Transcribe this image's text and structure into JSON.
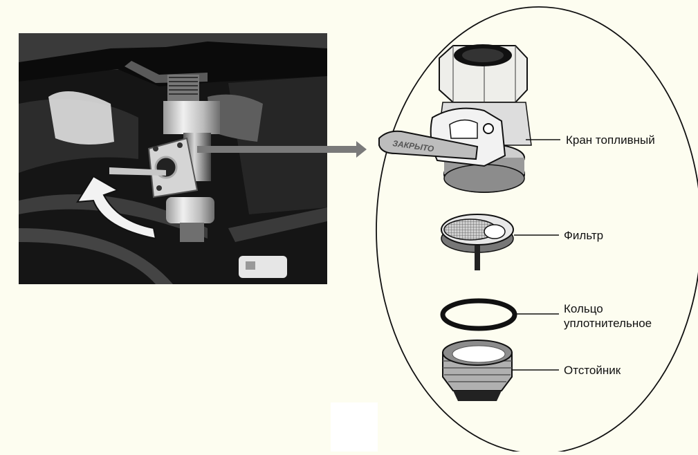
{
  "diagram": {
    "callouts": [
      {
        "id": "valve",
        "lines": [
          "Кран топливный"
        ]
      },
      {
        "id": "filter",
        "lines": [
          "Фильтр"
        ]
      },
      {
        "id": "ring",
        "lines": [
          "Кольцо",
          "уплотнительное"
        ]
      },
      {
        "id": "sump",
        "lines": [
          "Отстойник"
        ]
      }
    ],
    "handle_text": "ЗАКРЫТО"
  },
  "colors": {
    "background": "#fdfdf0",
    "photo_dark": "#141414",
    "line": "#111111",
    "pointer_arrow": "#7a7a7a"
  }
}
